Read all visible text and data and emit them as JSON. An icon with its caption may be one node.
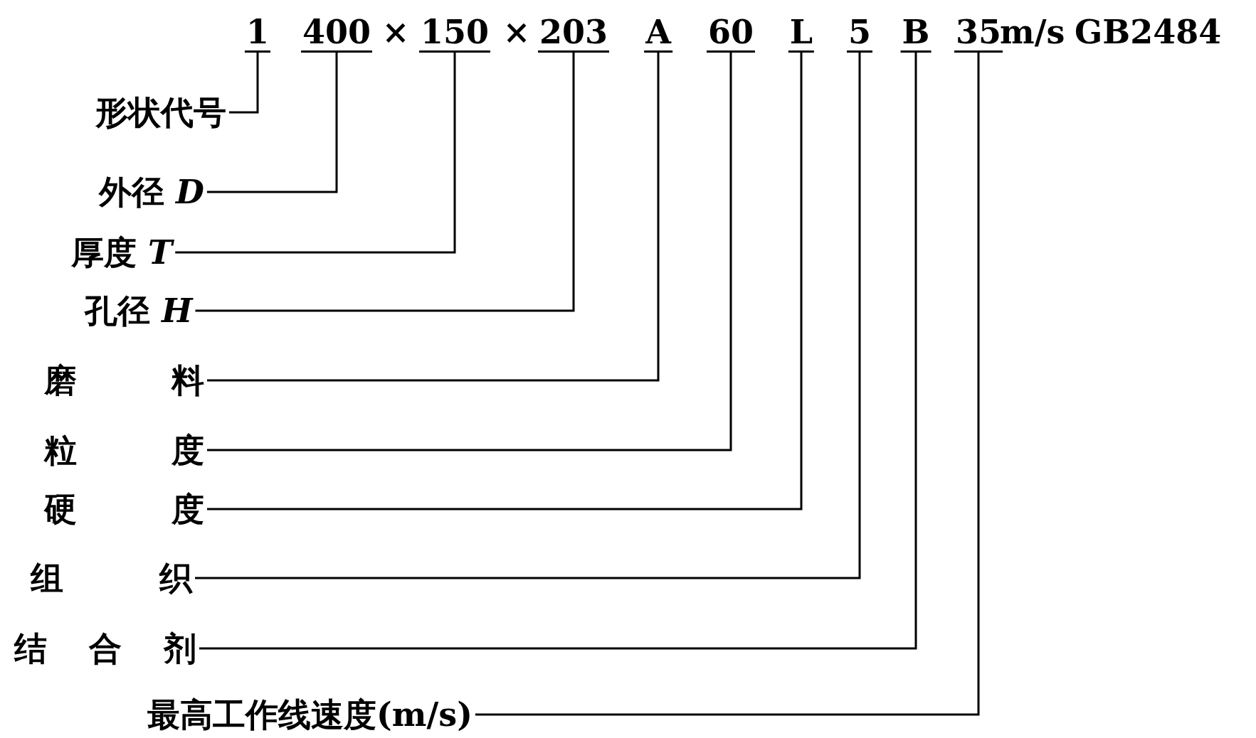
{
  "diagram": {
    "nodes": [
      {
        "text": [
          "1"
        ]
      },
      {
        "text": [
          "400"
        ]
      },
      {
        "text": [
          "150"
        ]
      },
      {
        "text": [
          "203"
        ]
      },
      {
        "text": [
          "A"
        ]
      },
      {
        "text": [
          "60"
        ]
      },
      {
        "text": [
          "L"
        ]
      },
      {
        "text": [
          "5"
        ]
      },
      {
        "text": [
          "B"
        ]
      },
      {
        "text": [
          "35"
        ]
      },
      {
        "text": [
          "形状代号"
        ]
      },
      {
        "text": [
          "外径 *D*"
        ]
      },
      {
        "text": [
          "厚度 *T*"
        ]
      },
      {
        "text": [
          "孔径 *H*"
        ]
      },
      {
        "text": [
          "磨料"
        ]
      },
      {
        "text": [
          "粒度"
        ]
      },
      {
        "text": [
          "硬度"
        ]
      },
      {
        "text": [
          "组织"
        ]
      },
      {
        "text": [
          "结合剂"
        ]
      },
      {
        "text": [
          "最高工作线速度(m/s)"
        ]
      }
    ],
    "edges": [
      {
        "from": 10,
        "to": 0,
        "arrow": "none"
      },
      {
        "from": 11,
        "to": 1,
        "arrow": "none"
      },
      {
        "from": 12,
        "to": 2,
        "arrow": "none"
      },
      {
        "from": 13,
        "to": 3,
        "arrow": "none"
      },
      {
        "from": 14,
        "to": 4,
        "arrow": "none"
      },
      {
        "from": 15,
        "to": 5,
        "arrow": "none"
      },
      {
        "from": 16,
        "to": 6,
        "arrow": "none"
      },
      {
        "from": 17,
        "to": 7,
        "arrow": "none"
      },
      {
        "from": 18,
        "to": 8,
        "arrow": "none"
      },
      {
        "from": 19,
        "to": 9,
        "arrow": "none"
      }
    ],
    "labels": [
      "×",
      "×",
      "m/s",
      "GB2484"
    ]
  }
}
